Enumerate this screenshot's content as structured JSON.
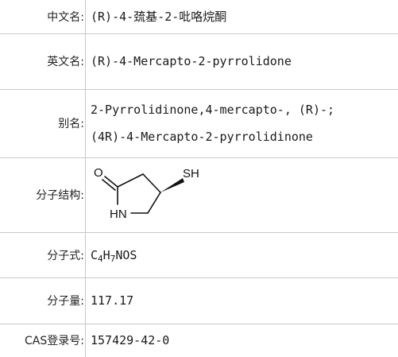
{
  "rows": {
    "chinese_name": {
      "label": "中文名:",
      "value": "(R)-4-巯基-2-吡咯烷酮"
    },
    "english_name": {
      "label": "英文名:",
      "value": "(R)-4-Mercapto-2-pyrrolidone"
    },
    "aliases": {
      "label": "别名:",
      "values": [
        "2-Pyrrolidinone,4-mercapto-, (R)-;",
        "(4R)-4-Mercapto-2-pyrrolidinone"
      ]
    },
    "structure": {
      "label": "分子结构:",
      "atoms": {
        "oxygen": "O",
        "nitrogen": "HN",
        "thiol": "SH"
      }
    },
    "formula": {
      "label": "分子式:",
      "parts": [
        "C",
        "4",
        "H",
        "7",
        "NOS"
      ]
    },
    "molecular_weight": {
      "label": "分子量:",
      "value": "117.17"
    },
    "cas": {
      "label": "CAS登录号:",
      "value": "157429-42-0"
    }
  }
}
